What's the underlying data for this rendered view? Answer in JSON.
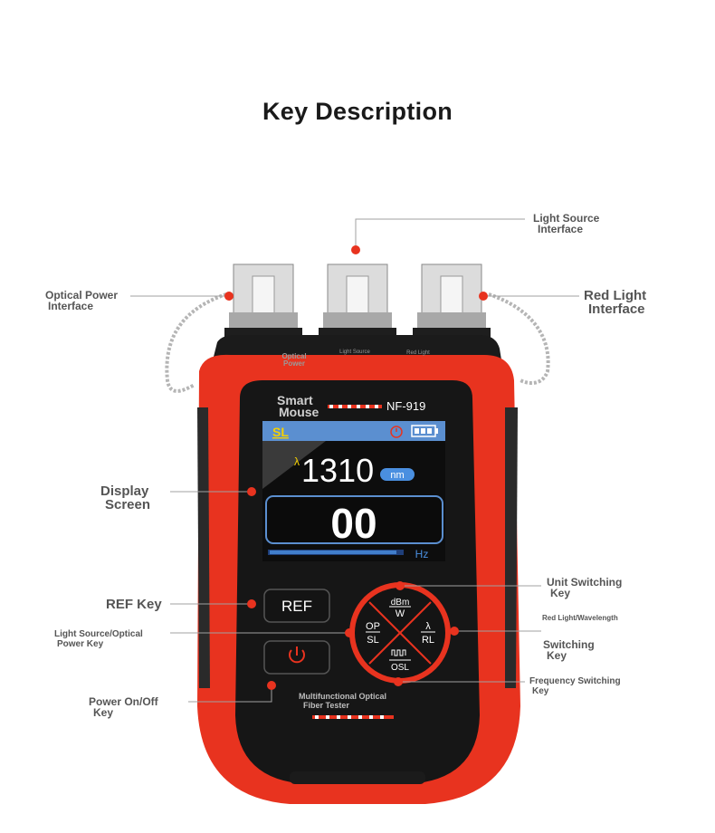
{
  "title": "Key Description",
  "device": {
    "brand_line1": "Smart",
    "brand_line2": "Mouse",
    "model": "NF-919",
    "port_labels": {
      "optical_power_line1": "Optical",
      "optical_power_line2": "Power",
      "light_source": "Light Source",
      "red_light": "Red Light"
    },
    "screen": {
      "mode": "SL",
      "wavelength_symbol": "λ",
      "wavelength": "1310",
      "wavelength_unit": "nm",
      "main_value": "00",
      "frequency_unit": "Hz"
    },
    "keys": {
      "ref": "REF",
      "unit_top": "dBm",
      "unit_bottom": "W",
      "op": "OP",
      "sl": "SL",
      "lambda": "λ",
      "rl": "RL",
      "osl": "OSL"
    },
    "footer_line1": "Multifunctional Optical",
    "footer_line2": "Fiber Tester"
  },
  "callouts": {
    "light_source_interface": [
      "Light Source",
      "Interface"
    ],
    "optical_power_interface": [
      "Optical Power",
      "Interface"
    ],
    "red_light_interface": [
      "Red Light",
      "Interface"
    ],
    "display_screen": [
      "Display",
      "Screen"
    ],
    "ref_key": "REF Key",
    "light_source_optical_power_key": [
      "Light Source/Optical",
      "Power Key"
    ],
    "power_key": [
      "Power On/Off",
      "Key"
    ],
    "unit_switching_key": [
      "Unit Switching",
      "Key"
    ],
    "red_light_wavelength": "Red Light/Wavelength",
    "switching_key": [
      "Switching",
      "Key"
    ],
    "frequency_switching_key": [
      "Frequency Switching",
      "Key"
    ]
  },
  "colors": {
    "body_red": "#e8331f",
    "body_dark": "#1b1b1b",
    "marker_red": "#e8331f",
    "screen_blue": "#4a8fe0",
    "mode_yellow": "#f5d000"
  }
}
